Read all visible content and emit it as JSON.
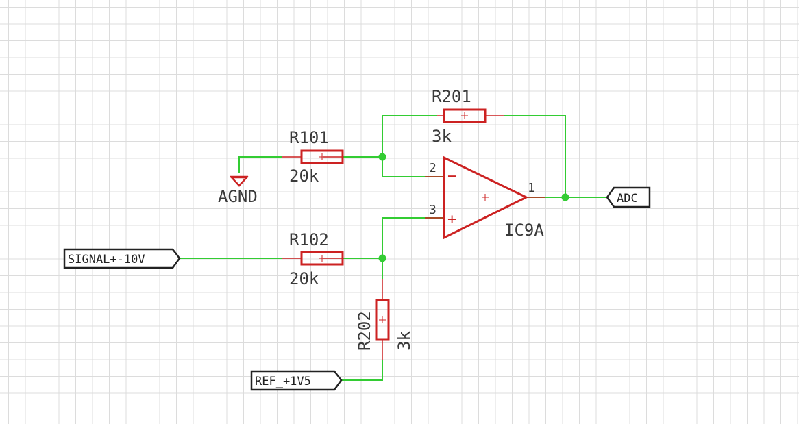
{
  "components": {
    "r101": {
      "name": "R101",
      "value": "20k"
    },
    "r102": {
      "name": "R102",
      "value": "20k"
    },
    "r201": {
      "name": "R201",
      "value": "3k"
    },
    "r202": {
      "name": "R202",
      "value": "3k"
    },
    "opamp": {
      "name": "IC9A",
      "pin_inverting": "2",
      "pin_noninverting": "3",
      "pin_output": "1",
      "minus_sign": "−",
      "plus_sign": "+"
    }
  },
  "ground": {
    "label": "AGND"
  },
  "ports": {
    "signal": "SIGNAL+-10V",
    "reference": "REF_+1V5",
    "output": "ADC"
  },
  "colors": {
    "wire": "#33cc33",
    "component": "#cc2222",
    "port": "#222222",
    "grid": "#dcdcdc"
  }
}
